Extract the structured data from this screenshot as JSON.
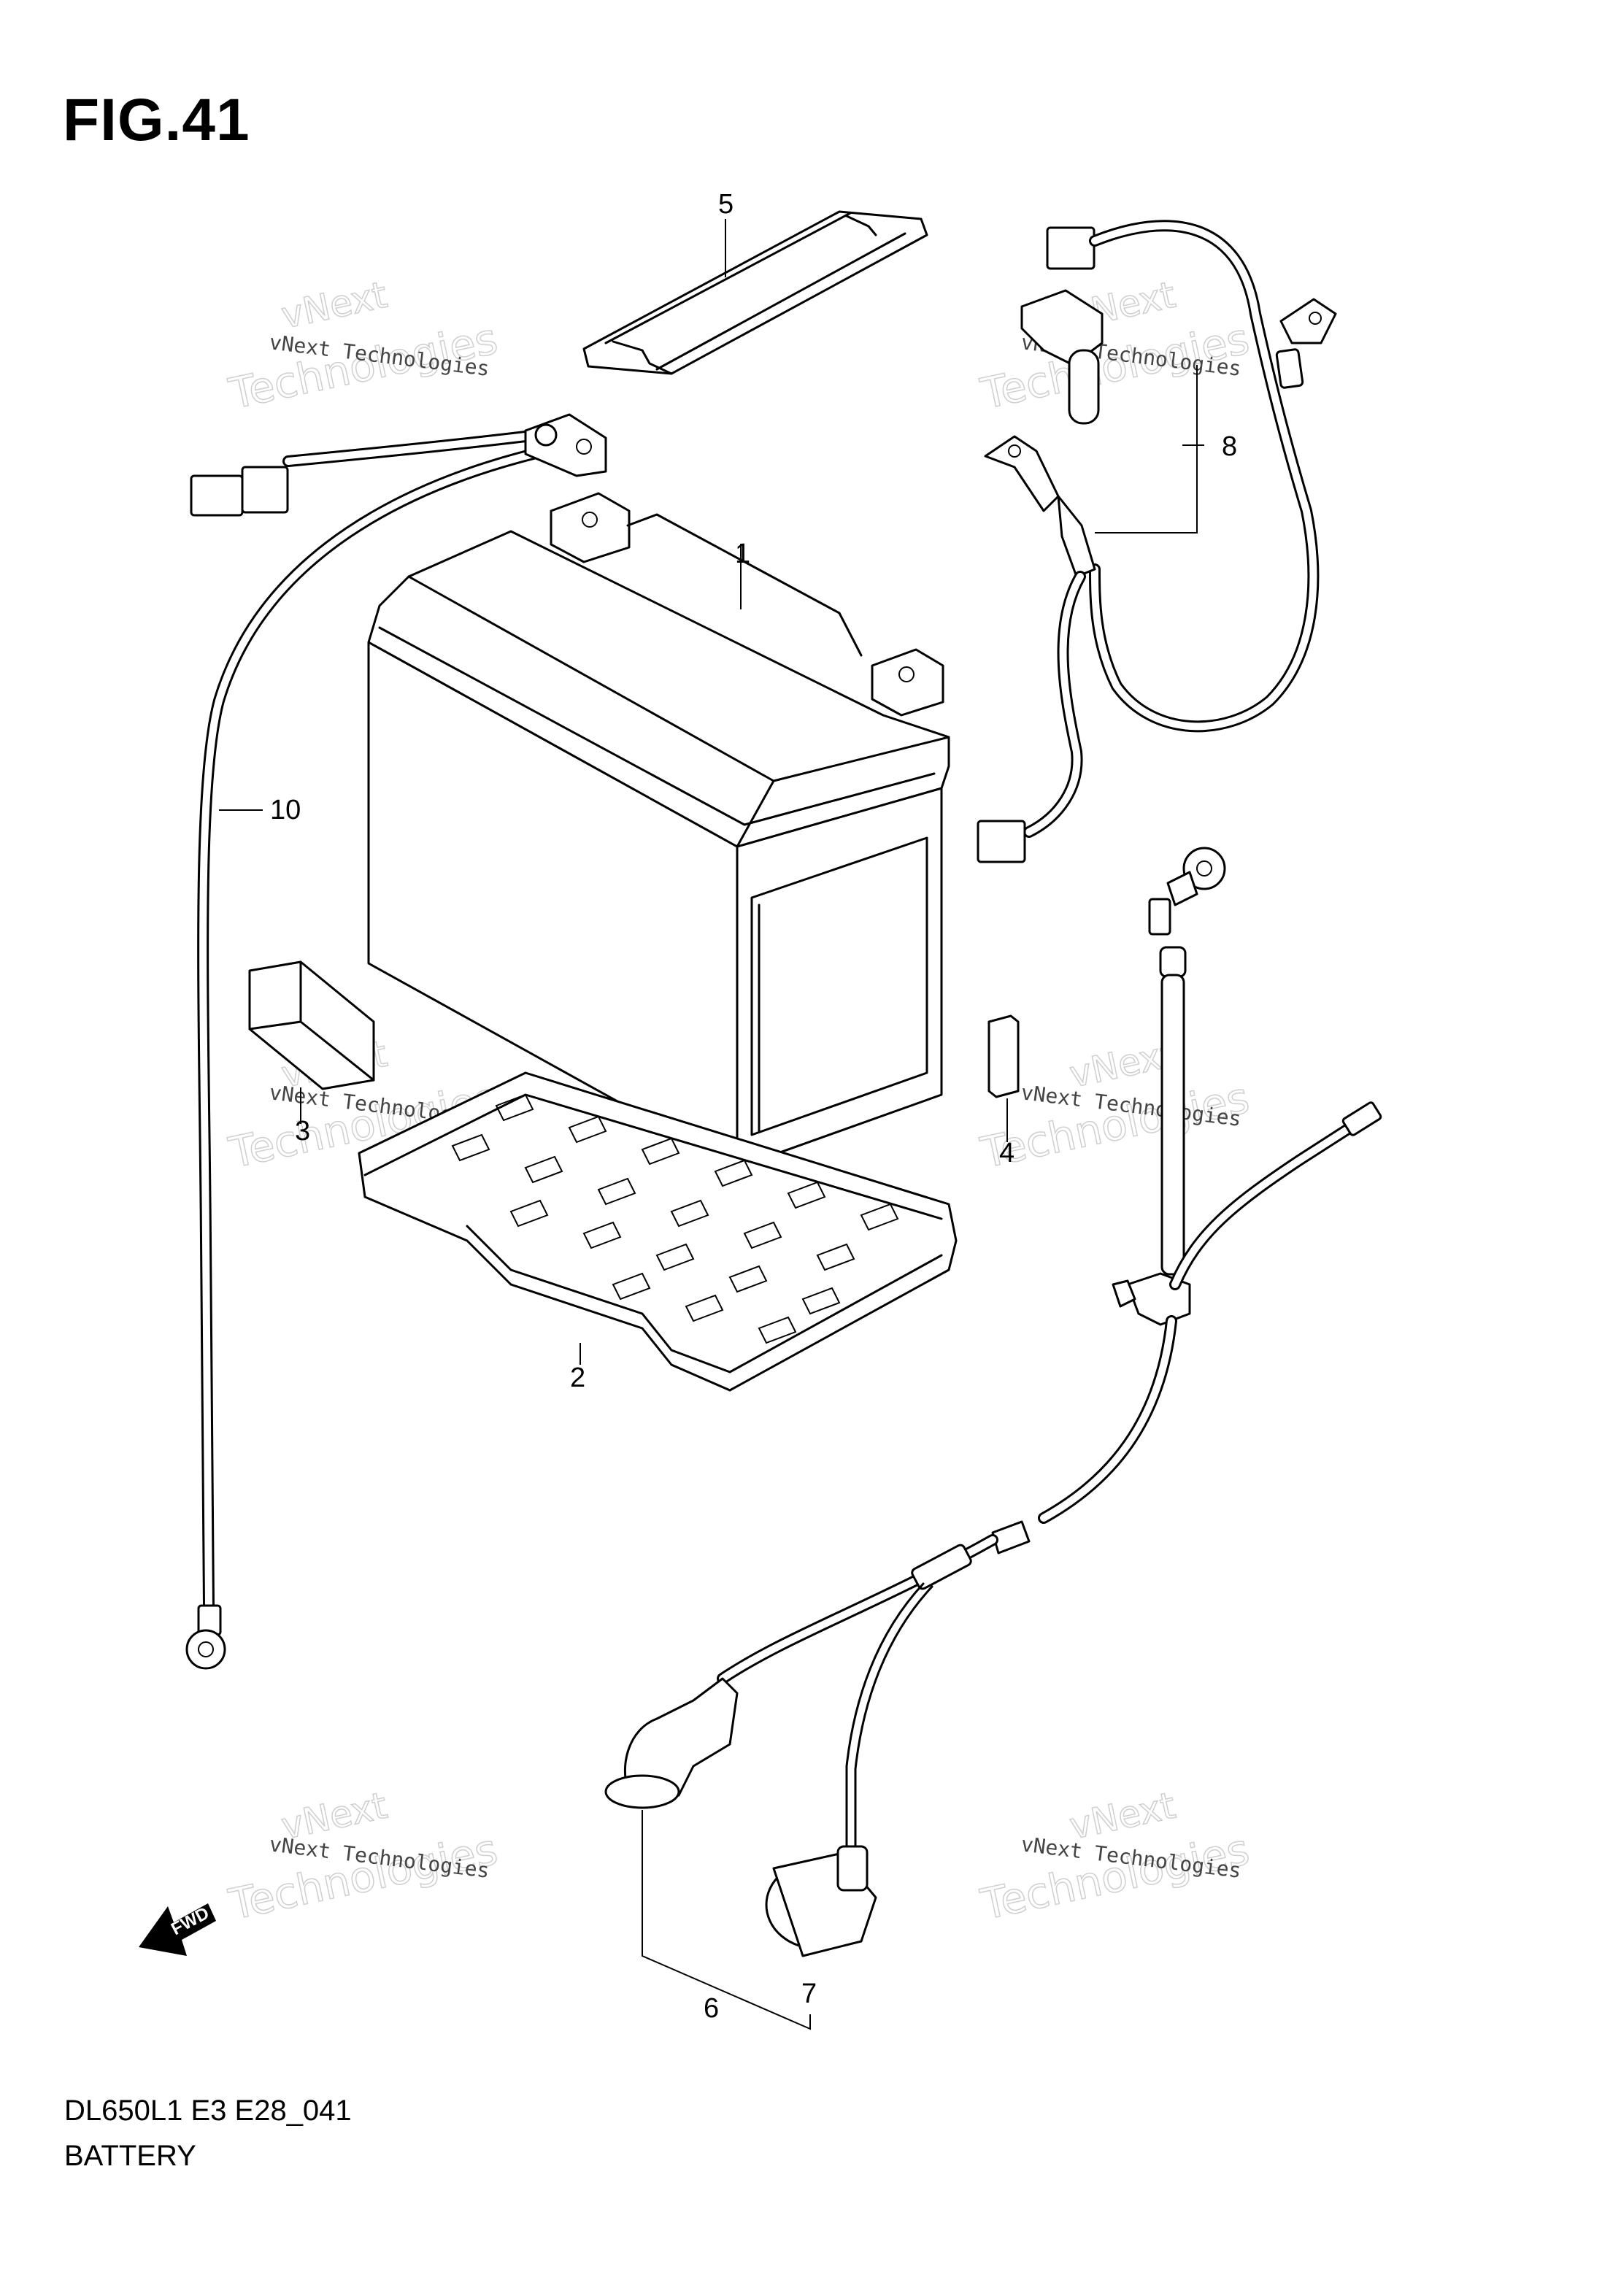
{
  "figure": {
    "title": "FIG.41",
    "model_code": "DL650L1 E3 E28_041",
    "name": "BATTERY"
  },
  "parts": [
    {
      "number": "1",
      "item": "battery"
    },
    {
      "number": "2",
      "item": "battery-tray"
    },
    {
      "number": "3",
      "item": "battery-pad"
    },
    {
      "number": "4",
      "item": "small-pad"
    },
    {
      "number": "5",
      "item": "battery-strap"
    },
    {
      "number": "6",
      "item": "starter-cable-assembly"
    },
    {
      "number": "7",
      "item": "terminal-cap"
    },
    {
      "number": "8",
      "item": "battery-lead-set"
    },
    {
      "number": "10",
      "item": "ground-wire"
    }
  ],
  "fwd_label": "FWD",
  "watermark": {
    "line1": "vNext",
    "line2": "vNext Technologies",
    "line3": "Technologies"
  }
}
